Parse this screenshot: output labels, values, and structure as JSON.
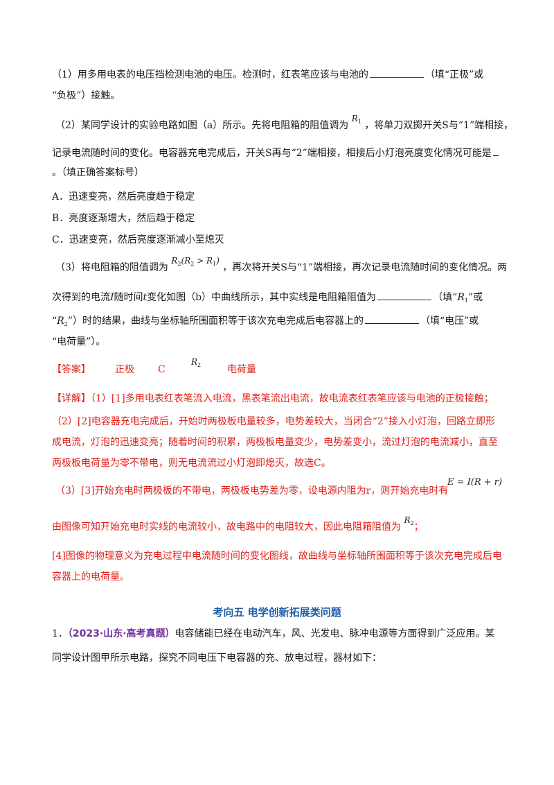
{
  "q1": {
    "l1a": "（1）用多用电表的电压挡检测电池的电压。检测时，红表笔应该与电池的",
    "l1b": "（填“正极”或",
    "l2": "“负极”）接触。"
  },
  "q2": {
    "l1a": "（2）某同学设计的实验电路如图（a）所示。先将电阻箱的阻值调为",
    "l1b": "，将单刀双掷开关S与“1”端相接，",
    "l2": "记录电流随时间的变化。电容器充电完成后，开关S再与“2”端相接，相接后小灯泡亮度变化情况可能是",
    "l3": "。（填正确答案标号）",
    "optA": "A．迅速变亮，然后亮度趋于稳定",
    "optB": "B．亮度逐渐增大，然后趋于稳定",
    "optC": "C．迅速变亮，然后亮度逐渐减小至熄灭"
  },
  "q3": {
    "l1a": "（3）将电阻箱的阻值调为",
    "l1b": "，再次将开关S与“1”端相接，再次记录电流随时间的变化情况。两",
    "l2a": "次得到的电流",
    "l2b": "随时间",
    "l2c": "变化如图（b）中曲线所示，其中实线是电阻箱阻值为",
    "l2d": "（填“",
    "l2e": "”或",
    "l3a": "“",
    "l3b": "”）时的结果，曲线与坐标轴所围面积等于该次充电完成后电容器上的",
    "l3c": "（填“电压”或",
    "l4": "“电荷量”）。"
  },
  "answer": {
    "label": "【答案】",
    "a1": "正极",
    "a2": "C",
    "a4": "电荷量"
  },
  "detail": {
    "label": "【详解】",
    "p1": "（1）[1]多用电表红表笔流入电流，黑表笔流出电流，故电流表红表笔应该与电池的正极接触；",
    "p2": "（2）[2]电容器充电完成后，开始时两极板电量较多，电势差较大，当闭合“2”接入小灯泡，回路立即形",
    "p3": "成电流，灯泡的迅速变亮；随着时间的积累，两极板电量变少，电势差变小，流过灯泡的电流减小，直至",
    "p4": "两极板电荷量为零不带电，则无电流流过小灯泡即熄灭，故选C。",
    "p5": "（3）[3]开始充电时两极板的不带电，两极板电势差为零，设电源内阻为r，则开始充电时有",
    "p6": "由图像可知开始充电时实线的电流较小，故电路中的电阻较大，因此电阻箱阻值为",
    "p6end": "；",
    "p7": "[4]图像的物理意义为充电过程中电流随时间的变化图线，故曲线与坐标轴所围面积等于该次充电完成后电",
    "p8": "容器上的电荷量。"
  },
  "section": {
    "title": "考向五  电学创新拓展类问题"
  },
  "next": {
    "num": "1．",
    "tag": "（2023·山东·高考真题）",
    "l1": "电容储能已经在电动汽车，风、光发电、脉冲电源等方面得到广泛应用。某",
    "l2": "同学设计图甲所示电路，探究不同电压下电容器的充、放电过程，器材如下："
  },
  "symbols": {
    "R": "R",
    "one": "1",
    "two": "2",
    "I": "I",
    "t": "t",
    "R2cond": "(R",
    "gt": " > R",
    "close": ")",
    "eq": "E = I(R + r)"
  }
}
